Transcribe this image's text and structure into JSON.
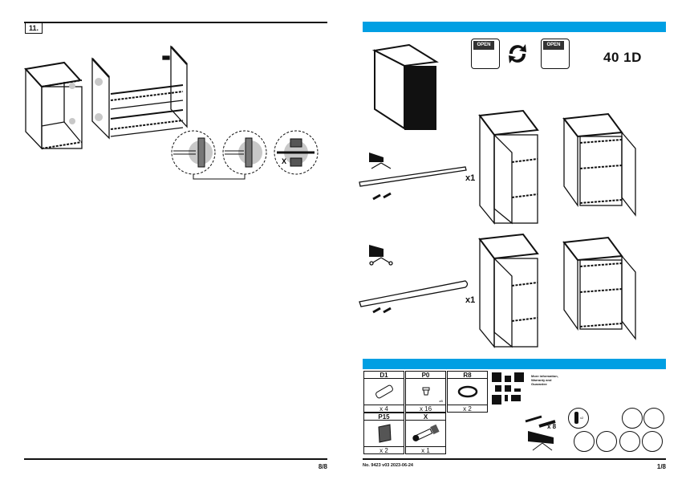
{
  "left_page": {
    "step_number": "11.",
    "page_number": "8/8",
    "detail_marker": "X"
  },
  "right_page": {
    "model": "40 1D",
    "open_labels": [
      "OPEN",
      "OPEN"
    ],
    "rail_count_1": "x1",
    "rail_count_2": "x1",
    "parts": [
      {
        "id": "D1",
        "qty": "x 4"
      },
      {
        "id": "P0",
        "qty": "x 16",
        "note": "ø5"
      },
      {
        "id": "R8",
        "qty": "x 2"
      },
      {
        "id": "P15",
        "qty": "x 2"
      },
      {
        "id": "X",
        "qty": "x 1"
      }
    ],
    "qr_caption": "More information, Warranty and Guarantee",
    "screw_count": "x 8",
    "persons": "x2",
    "doc_id": "No. 9423 v03 2023-06-24",
    "page_number": "1/8"
  },
  "colors": {
    "accent": "#009fe3",
    "ink": "#111111",
    "hatch_gray": "#c8c8c8"
  }
}
